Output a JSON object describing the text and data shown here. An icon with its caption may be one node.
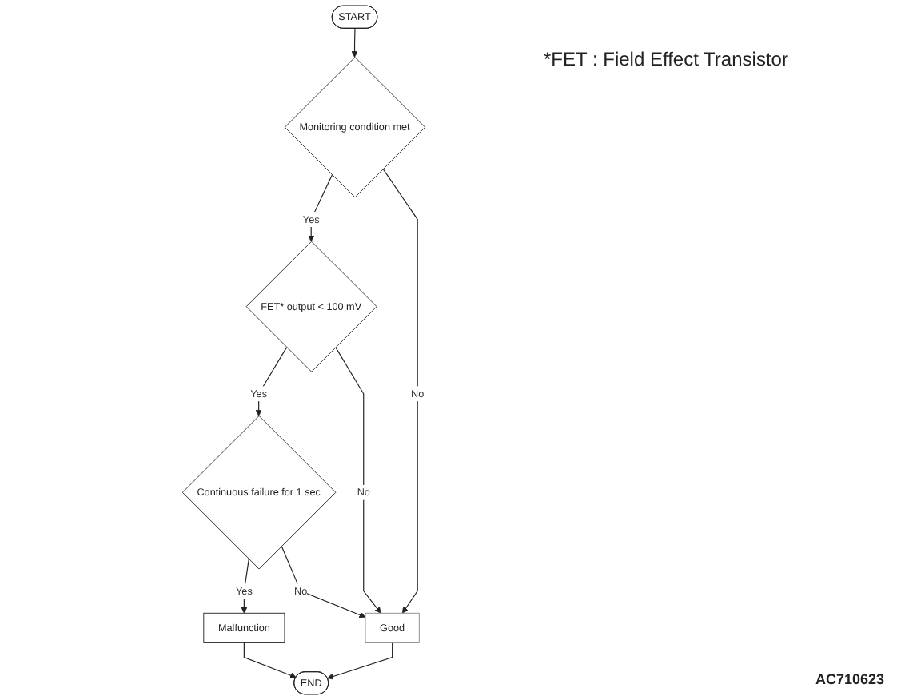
{
  "diagram": {
    "nodes": [
      {
        "text": [
          "START"
        ]
      },
      {
        "text": [
          "Monitoring condition met"
        ]
      },
      {
        "text": [
          "FET* output < 100 mV"
        ]
      },
      {
        "text": [
          "Continuous failure for 1 sec"
        ]
      },
      {
        "text": [
          "Malfunction"
        ]
      },
      {
        "text": [
          "Good"
        ]
      },
      {
        "text": [
          "END"
        ]
      }
    ],
    "edges": [
      {
        "from": 0,
        "to": 1,
        "arrow": "to"
      },
      {
        "from": 1,
        "to": 2,
        "label": "Yes",
        "arrow": "to"
      },
      {
        "from": 1,
        "to": 5,
        "label": "No",
        "arrow": "to"
      },
      {
        "from": 2,
        "to": 3,
        "label": "Yes",
        "arrow": "to"
      },
      {
        "from": 2,
        "to": 5,
        "label": "No",
        "arrow": "to"
      },
      {
        "from": 3,
        "to": 4,
        "label": "Yes",
        "arrow": "to"
      },
      {
        "from": 3,
        "to": 5,
        "label": "No",
        "arrow": "to"
      },
      {
        "from": 4,
        "to": 6,
        "arrow": "to"
      },
      {
        "from": 5,
        "to": 6,
        "arrow": "to"
      }
    ],
    "labels": [
      "*FET : Field Effect Transistor",
      "AC710623"
    ]
  }
}
